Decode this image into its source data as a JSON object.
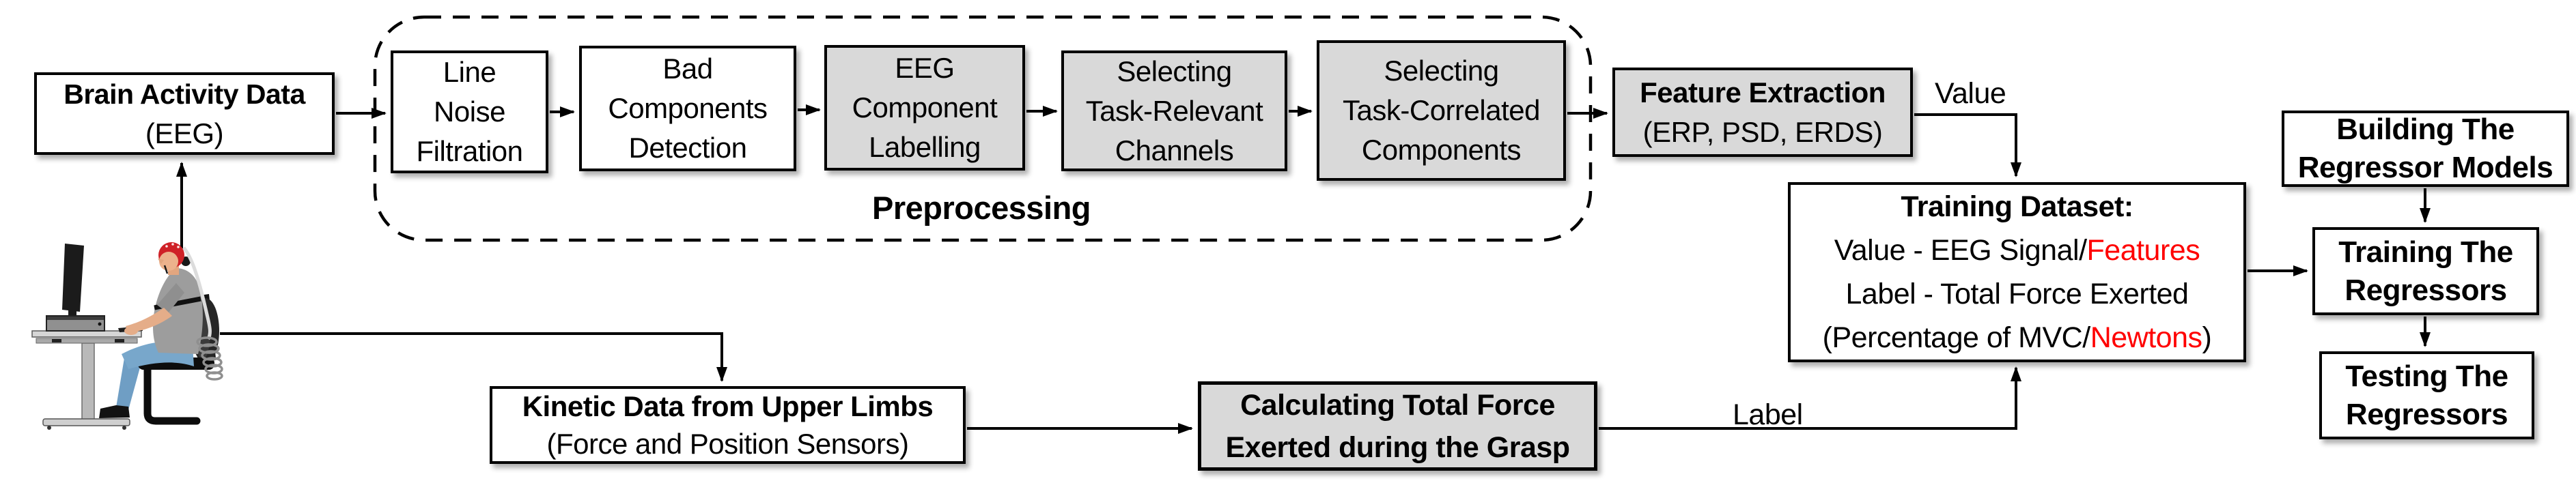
{
  "figure": {
    "boxes": {
      "brain": {
        "title": "Brain Activity Data",
        "subtitle": "(EEG)"
      },
      "line_noise": {
        "lines": [
          "Line",
          "Noise",
          "Filtration"
        ]
      },
      "bad_components": {
        "lines": [
          "Bad",
          "Components",
          "Detection"
        ]
      },
      "eeg_component": {
        "lines": [
          "EEG",
          "Component",
          "Labelling"
        ]
      },
      "task_relevant": {
        "lines": [
          "Selecting",
          "Task-Relevant",
          "Channels"
        ]
      },
      "task_correlated": {
        "lines": [
          "Selecting",
          "Task-Correlated",
          "Components"
        ]
      },
      "feature_extraction": {
        "title": "Feature Extraction",
        "subtitle": "(ERP, PSD, ERDS)"
      },
      "training_dataset": {
        "title": "Training Dataset:",
        "value_black": "Value - EEG Signal/",
        "value_red": "Features",
        "label_line": "Label - Total Force Exerted",
        "pct_black": "(Percentage of MVC/",
        "pct_red": "Newtons",
        "pct_close": ")"
      },
      "building": {
        "lines": [
          "Building The",
          "Regressor Models"
        ]
      },
      "training": {
        "lines": [
          "Training The",
          "Regressors"
        ]
      },
      "testing": {
        "lines": [
          "Testing The",
          "Regressors"
        ]
      },
      "kinetic": {
        "title": "Kinetic Data from Upper Limbs",
        "subtitle": "(Force and Position Sensors)"
      },
      "calculating": {
        "lines": [
          "Calculating Total Force",
          "Exerted during the Grasp"
        ]
      }
    },
    "labels": {
      "preprocessing": "Preprocessing",
      "value": "Value",
      "label": "Label"
    },
    "colors": {
      "box_fill_gray": "#d9d9d9",
      "box_fill_white": "#ffffff",
      "line_black": "#000000",
      "highlight_red": "#ff0000",
      "eeg_cap_red": "#cf2127",
      "shirt_gray": "#9d9d9d",
      "jeans_blue": "#78a7cb"
    }
  }
}
